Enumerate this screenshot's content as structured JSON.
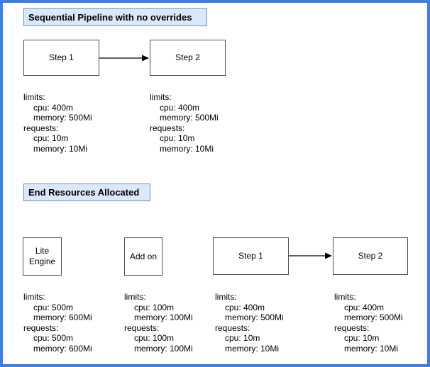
{
  "frame": {
    "border_color": "#3e7ee9",
    "background": "#ffffff"
  },
  "palette": {
    "title_fill": "#dae8fc",
    "title_stroke": "#6c8ebf",
    "node_fill": "#ffffff",
    "node_stroke": "#4f4f4f",
    "arrow_color": "#000000",
    "text_color": "#000000"
  },
  "sections": [
    {
      "title": "Sequential Pipeline with no overrides",
      "nodes": [
        {
          "label": "Step 1"
        },
        {
          "label": "Step 2"
        }
      ],
      "resources": [
        {
          "lines": [
            "limits:",
            "cpu: 400m",
            "memory: 500Mi",
            "requests:",
            "cpu: 10m",
            "memory: 10Mi"
          ]
        },
        {
          "lines": [
            "limits:",
            "cpu: 400m",
            "memory: 500Mi",
            "requests:",
            "cpu: 10m",
            "memory: 10Mi"
          ]
        }
      ]
    },
    {
      "title": "End Resources Allocated",
      "nodes": [
        {
          "label": "Lite Engine"
        },
        {
          "label": "Add on"
        },
        {
          "label": "Step 1"
        },
        {
          "label": "Step 2"
        }
      ],
      "resources": [
        {
          "lines": [
            "limits:",
            "cpu: 500m",
            "memory: 600Mi",
            "requests:",
            "cpu: 500m",
            "memory: 600Mi"
          ]
        },
        {
          "lines": [
            "limits:",
            "cpu: 100m",
            "memory: 100Mi",
            "requests:",
            "cpu: 100m",
            "memory: 100Mi"
          ]
        },
        {
          "lines": [
            "limits:",
            "cpu: 400m",
            "memory: 500Mi",
            "requests:",
            "cpu: 10m",
            "memory: 10Mi"
          ]
        },
        {
          "lines": [
            "limits:",
            "cpu: 400m",
            "memory: 500Mi",
            "requests:",
            "cpu: 10m",
            "memory: 10Mi"
          ]
        }
      ]
    }
  ]
}
